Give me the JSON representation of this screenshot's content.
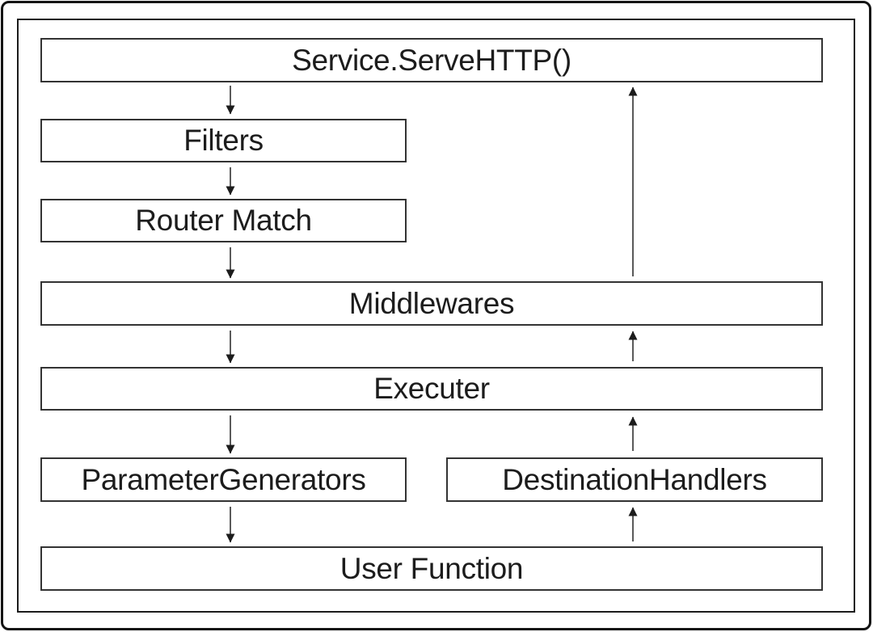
{
  "diagram": {
    "description": "HTTP request handling flow diagram",
    "colors": {
      "background": "#ffffff",
      "border": "#141414",
      "box_border": "#333333",
      "arrow": "#222222",
      "text": "#1c1c1c"
    },
    "nodes": [
      {
        "id": "service",
        "label": "Service.ServeHTTP()"
      },
      {
        "id": "filters",
        "label": "Filters"
      },
      {
        "id": "router-match",
        "label": "Router Match"
      },
      {
        "id": "middlewares",
        "label": "Middlewares"
      },
      {
        "id": "executer",
        "label": "Executer"
      },
      {
        "id": "parameter-generators",
        "label": "ParameterGenerators"
      },
      {
        "id": "destination-handlers",
        "label": "DestinationHandlers"
      },
      {
        "id": "user-function",
        "label": "User Function"
      }
    ],
    "edges": [
      {
        "from": "service",
        "to": "filters",
        "direction": "down"
      },
      {
        "from": "filters",
        "to": "router-match",
        "direction": "down"
      },
      {
        "from": "router-match",
        "to": "middlewares",
        "direction": "down"
      },
      {
        "from": "middlewares",
        "to": "executer",
        "direction": "down"
      },
      {
        "from": "executer",
        "to": "parameter-generators",
        "direction": "down"
      },
      {
        "from": "parameter-generators",
        "to": "user-function",
        "direction": "down"
      },
      {
        "from": "user-function",
        "to": "destination-handlers",
        "direction": "up"
      },
      {
        "from": "destination-handlers",
        "to": "executer",
        "direction": "up"
      },
      {
        "from": "executer",
        "to": "middlewares",
        "direction": "up"
      },
      {
        "from": "middlewares",
        "to": "service",
        "direction": "up"
      }
    ]
  }
}
